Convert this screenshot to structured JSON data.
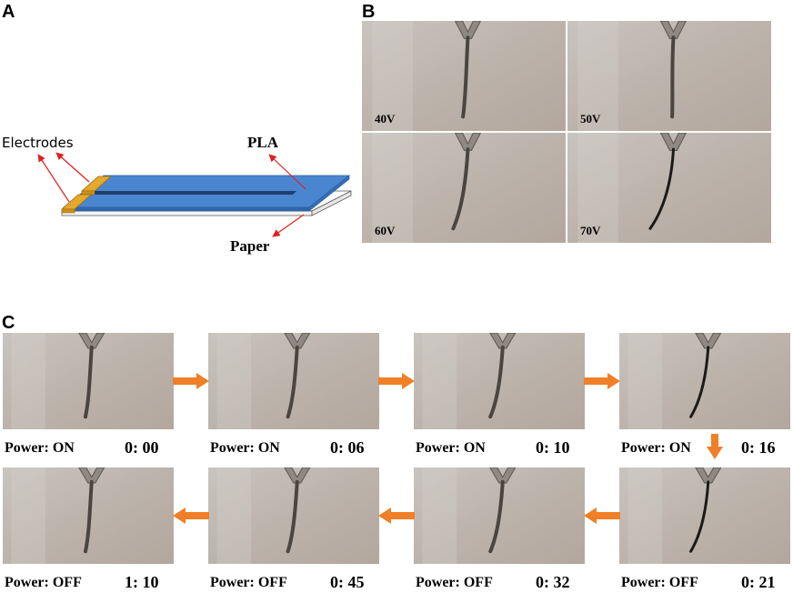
{
  "panels": {
    "a": {
      "letter": "A",
      "labels": {
        "electrodes": "Electrodes",
        "pla": "PLA",
        "paper": "Paper"
      }
    },
    "b": {
      "letter": "B",
      "voltages": [
        "40V",
        "50V",
        "60V",
        "70V"
      ]
    },
    "c": {
      "letter": "C",
      "frames": [
        {
          "status": "Power: ON",
          "time": "0: 00"
        },
        {
          "status": "Power: ON",
          "time": "0: 06"
        },
        {
          "status": "Power: ON",
          "time": "0: 10"
        },
        {
          "status": "Power: ON",
          "time": "0: 16"
        },
        {
          "status": "Power: OFF",
          "time": "0: 21"
        },
        {
          "status": "Power: OFF",
          "time": "0: 32"
        },
        {
          "status": "Power: OFF",
          "time": "0: 45"
        },
        {
          "status": "Power: OFF",
          "time": "1: 10"
        }
      ]
    }
  },
  "colors": {
    "pla": "#4a86d0",
    "electrode": "#e4a82c",
    "arrow": "#f07f27",
    "annotation": "#e02020",
    "photo_bg": "#bfb6ae"
  },
  "bending_progression": [
    0.3,
    0.45,
    0.6,
    0.85,
    0.85,
    0.6,
    0.45,
    0.3
  ]
}
